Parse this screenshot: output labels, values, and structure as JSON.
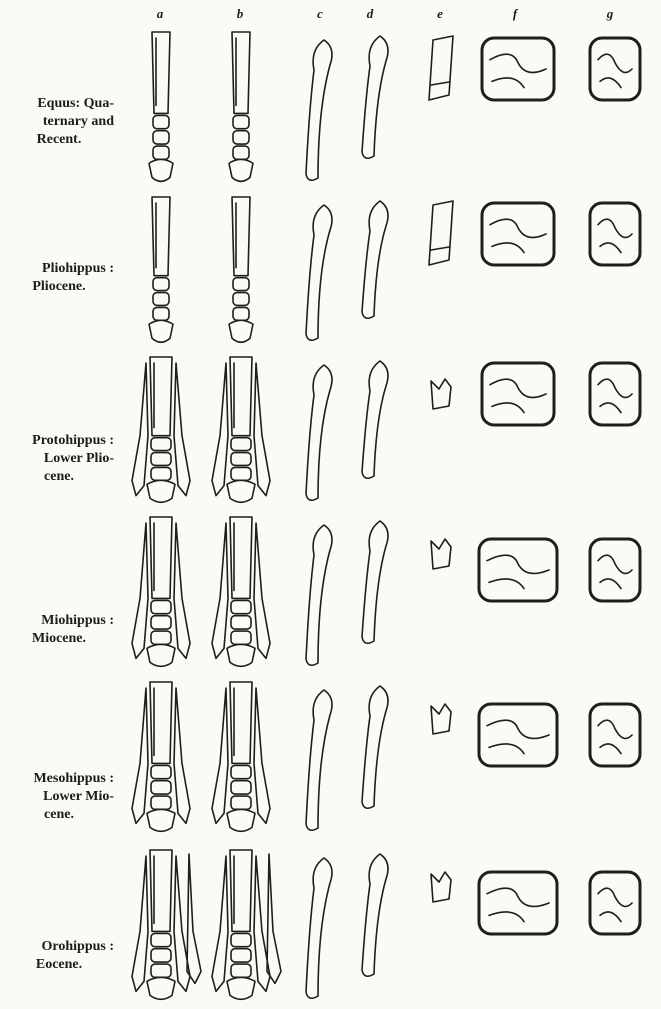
{
  "columns": [
    "a",
    "b",
    "c",
    "d",
    "e",
    "f",
    "g"
  ],
  "rows": [
    {
      "id": "equus",
      "lines": [
        "Equus: Qua-",
        "ternary and",
        "Recent."
      ],
      "toes": 1
    },
    {
      "id": "pliohippus",
      "lines": [
        "Pliohippus :",
        "Pliocene.",
        ""
      ],
      "toes": 1
    },
    {
      "id": "protohippus",
      "lines": [
        "Protohippus :",
        "Lower Plio-",
        "cene."
      ],
      "toes": 3
    },
    {
      "id": "miohippus",
      "lines": [
        "Miohippus :",
        "Miocene.",
        ""
      ],
      "toes": 3
    },
    {
      "id": "mesohippus",
      "lines": [
        "Mesohippus :",
        "Lower Mio-",
        "cene."
      ],
      "toes": 3
    },
    {
      "id": "orohippus",
      "lines": [
        "Orohippus :",
        "Eocene.",
        ""
      ],
      "toes": 4
    }
  ]
}
